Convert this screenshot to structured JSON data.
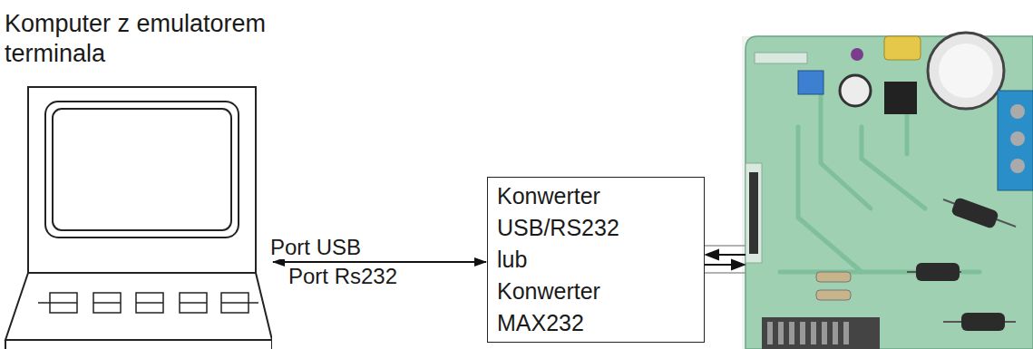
{
  "diagram": {
    "nodes": [
      {
        "text": [
          "Komputer z emulatorem terminala"
        ]
      },
      {
        "text": [
          "Konwerter USB/RS232 lub Konwerter MAX232"
        ]
      }
    ],
    "edges": [
      {
        "from": 0,
        "to": 1,
        "arrow": "both"
      }
    ],
    "labels": [
      "Port USB",
      "Port Rs232"
    ]
  }
}
